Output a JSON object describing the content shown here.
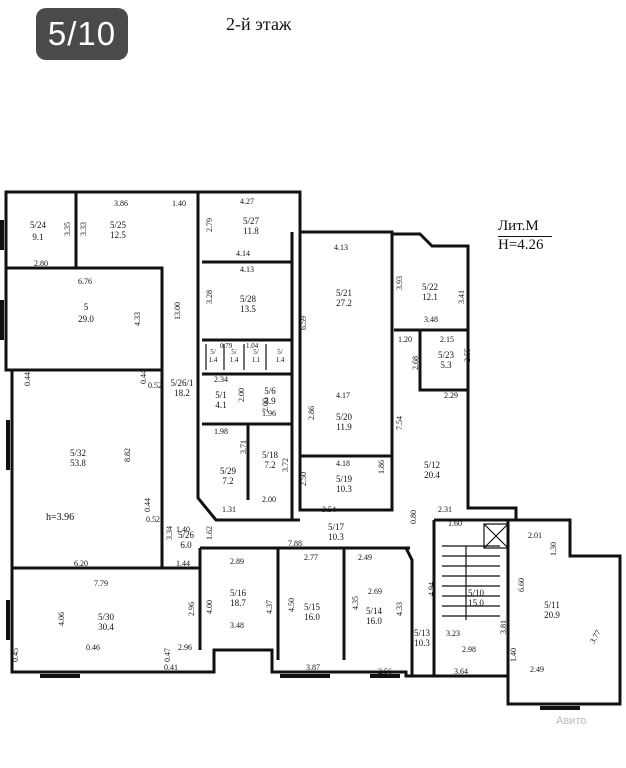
{
  "page_counter": "5/10",
  "floor_title": "2-й этаж",
  "lit": {
    "name": "Лит.М",
    "height": "H=4.26"
  },
  "watermark": "Авито",
  "rooms": [
    {
      "id": "r24",
      "label": "5/24",
      "area": "9.1"
    },
    {
      "id": "r25",
      "label": "5/25",
      "area": "12.5"
    },
    {
      "id": "r5",
      "label": "5",
      "area": "29.0"
    },
    {
      "id": "r27",
      "label": "5/27",
      "area": "11.8"
    },
    {
      "id": "r28",
      "label": "5/28",
      "area": "13.5"
    },
    {
      "id": "r21",
      "label": "5/21",
      "area": "27.2"
    },
    {
      "id": "r22",
      "label": "5/22",
      "area": "12.1"
    },
    {
      "id": "r23",
      "label": "5/23",
      "area": "5.3"
    },
    {
      "id": "r26",
      "label": "5/26/1",
      "area": "18.2"
    },
    {
      "id": "r32",
      "label": "5/32",
      "area": "53.8"
    },
    {
      "id": "r1",
      "label": "5/1",
      "area": "4.1"
    },
    {
      "id": "r6",
      "label": "5/6",
      "area": "3.9"
    },
    {
      "id": "r20",
      "label": "5/20",
      "area": "11.9"
    },
    {
      "id": "r12",
      "label": "5/12",
      "area": "20.4"
    },
    {
      "id": "r29",
      "label": "5/29",
      "area": "7.2"
    },
    {
      "id": "r18",
      "label": "5/18",
      "area": "7.2"
    },
    {
      "id": "r19",
      "label": "5/19",
      "area": "10.3"
    },
    {
      "id": "r26b",
      "label": "5/26",
      "area": "6.0"
    },
    {
      "id": "r17",
      "label": "5/17",
      "area": "10.3"
    },
    {
      "id": "r16",
      "label": "5/16",
      "area": "18.7"
    },
    {
      "id": "r15",
      "label": "5/15",
      "area": "16.0"
    },
    {
      "id": "r14",
      "label": "5/14",
      "area": "16.0"
    },
    {
      "id": "r13",
      "label": "5/13",
      "area": "10.3"
    },
    {
      "id": "r10",
      "label": "5/10",
      "area": "15.0"
    },
    {
      "id": "r11",
      "label": "5/11",
      "area": "20.9"
    },
    {
      "id": "r30",
      "label": "5/30",
      "area": "30.4"
    }
  ],
  "small_rooms": [
    {
      "label": "5/",
      "area": "1.4"
    },
    {
      "label": "5/",
      "area": "1.4"
    },
    {
      "label": "5/",
      "area": "1.1"
    },
    {
      "label": "5/",
      "area": "1.4"
    }
  ],
  "ceiling_note": "h=3.96",
  "dimensions": [
    "3.86",
    "1.40",
    "4.27",
    "2.79",
    "3.35",
    "3.33",
    "2.80",
    "4.14",
    "4.13",
    "3.93",
    "3.41",
    "6.76",
    "4.13",
    "3.28",
    "13.00",
    "6.59",
    "3.48",
    "4.33",
    "1.20",
    "2.15",
    "2.55",
    "2.68",
    "0.44",
    "0.44",
    "0.52",
    "0.79",
    "1.04",
    "2.34",
    "2.00",
    "2.00",
    "1.96",
    "4.17",
    "2.86",
    "2.29",
    "7.54",
    "1.98",
    "3.71",
    "3.72",
    "4.18",
    "1.86",
    "2.50",
    "2.00",
    "8.82",
    "0.44",
    "0.52",
    "1.40",
    "3.34",
    "1.62",
    "1.31",
    "3.54",
    "0.80",
    "2.31",
    "1.60",
    "7.88",
    "2.77",
    "2.49",
    "6.20",
    "1.44",
    "2.89",
    "2.69",
    "2.01",
    "1.30",
    "7.79",
    "4.06",
    "2.96",
    "4.00",
    "4.37",
    "4.50",
    "4.35",
    "4.33",
    "4.94",
    "6.60",
    "3.48",
    "3.23",
    "3.81",
    "3.77",
    "0.46",
    "0.45",
    "0.47",
    "2.96",
    "0.41",
    "3.87",
    "2.56",
    "2.98",
    "1.40",
    "3.64",
    "2.49"
  ]
}
